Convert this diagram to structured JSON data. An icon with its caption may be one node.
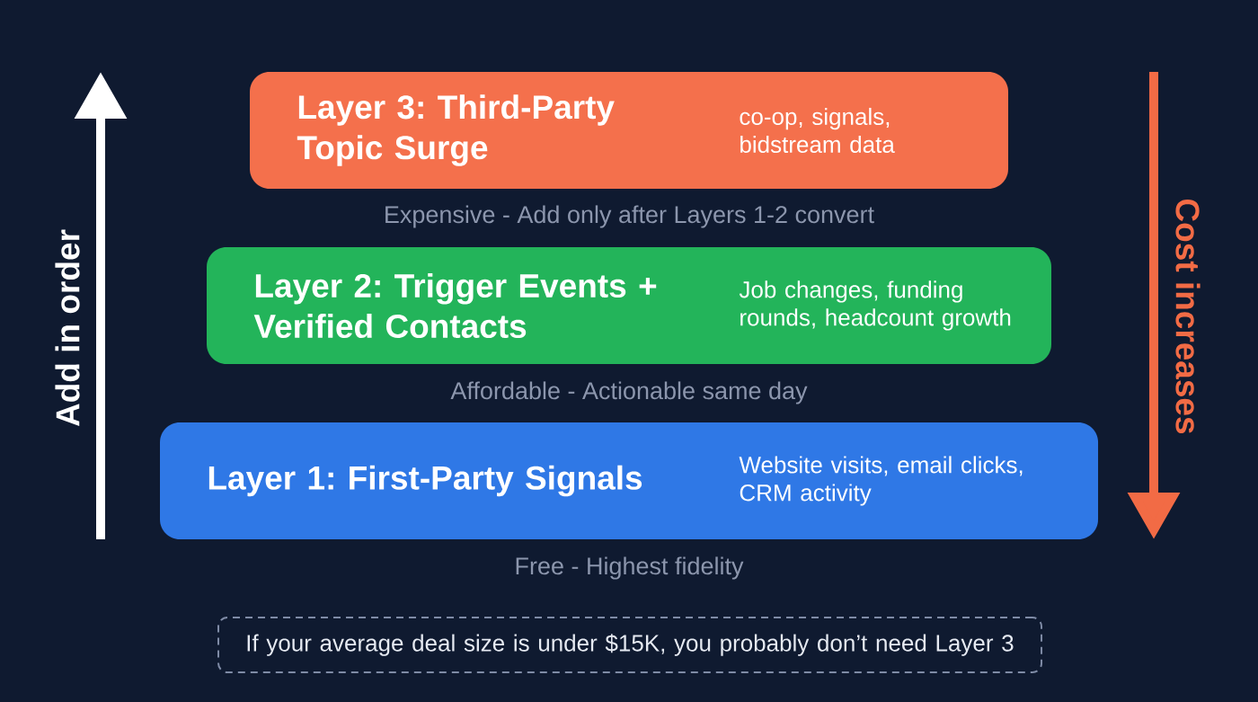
{
  "diagram": {
    "nodes": [
      {
        "text": [
          "Layer 3: Third-Party Topic Surge",
          "co-op, signals, bidstream data"
        ],
        "beside": [
          "Expensive - Add only after Layers 1-2 convert"
        ]
      },
      {
        "text": [
          "Layer 2: Trigger Events + Verified Contacts",
          "Job changes, funding rounds, headcount growth"
        ],
        "beside": [
          "Affordable - Actionable same day"
        ]
      },
      {
        "text": [
          "Layer 1: First-Party Signals",
          "Website visits, email clicks, CRM activity"
        ],
        "beside": [
          "Free - Highest fidelity"
        ]
      },
      {
        "text": [
          "If your average deal size is under $15K, you probably don’t need Layer 3"
        ]
      }
    ],
    "labels": [
      "Add in order",
      "Cost increases"
    ]
  }
}
